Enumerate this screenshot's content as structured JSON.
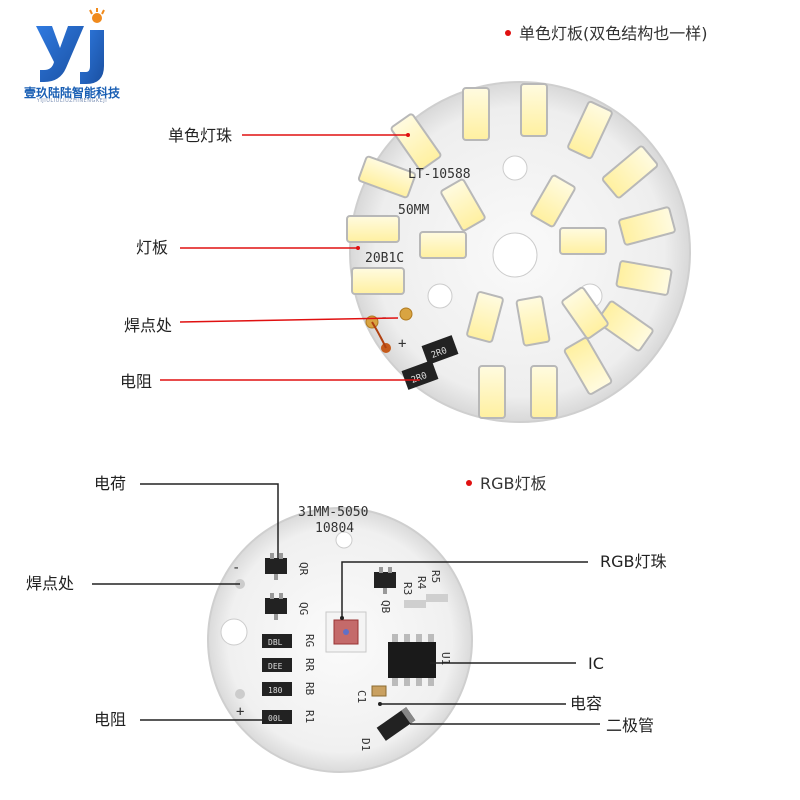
{
  "brand": {
    "logo_text": "yj",
    "name": "壹玖陆陆智能科技",
    "sub": "YIJIULIULIUZHINENGKEJI"
  },
  "section1": {
    "title": "单色灯板(双色结构也一样)",
    "labels": {
      "led": "单色灯珠",
      "board": "灯板",
      "solder": "焊点处",
      "resistor": "电阻"
    },
    "pcb_text": {
      "model": "LT-10588",
      "size": "50MM",
      "code": "20B1C",
      "minus": "-",
      "plus": "+",
      "r1": "2R0",
      "r2": "2R0"
    }
  },
  "section2": {
    "title": "RGB灯板",
    "labels": {
      "transistor": "电荷",
      "solder": "焊点处",
      "resistor": "电阻",
      "rgb_led": "RGB灯珠",
      "ic": "IC",
      "capacitor": "电容",
      "diode": "二极管"
    },
    "pcb_text": {
      "model": "31MM-5050",
      "code": "10804",
      "minus": "-",
      "plus": "+",
      "qr": "QR",
      "qg": "QG",
      "qb": "QB",
      "rg": "RG",
      "rr": "RR",
      "rb": "RB",
      "r1": "R1",
      "r3": "R3",
      "r4": "R4",
      "r5": "R5",
      "u1": "U1",
      "c1": "C1",
      "d1": "D1",
      "res1": "DBL",
      "res2": "DEE",
      "res3": "180",
      "res4": "00L"
    }
  },
  "colors": {
    "leader_line": "#e01010",
    "leader_line_dark": "#222222",
    "brand_blue": "#1a5fb4",
    "led_yellow": "#fff6b0"
  }
}
